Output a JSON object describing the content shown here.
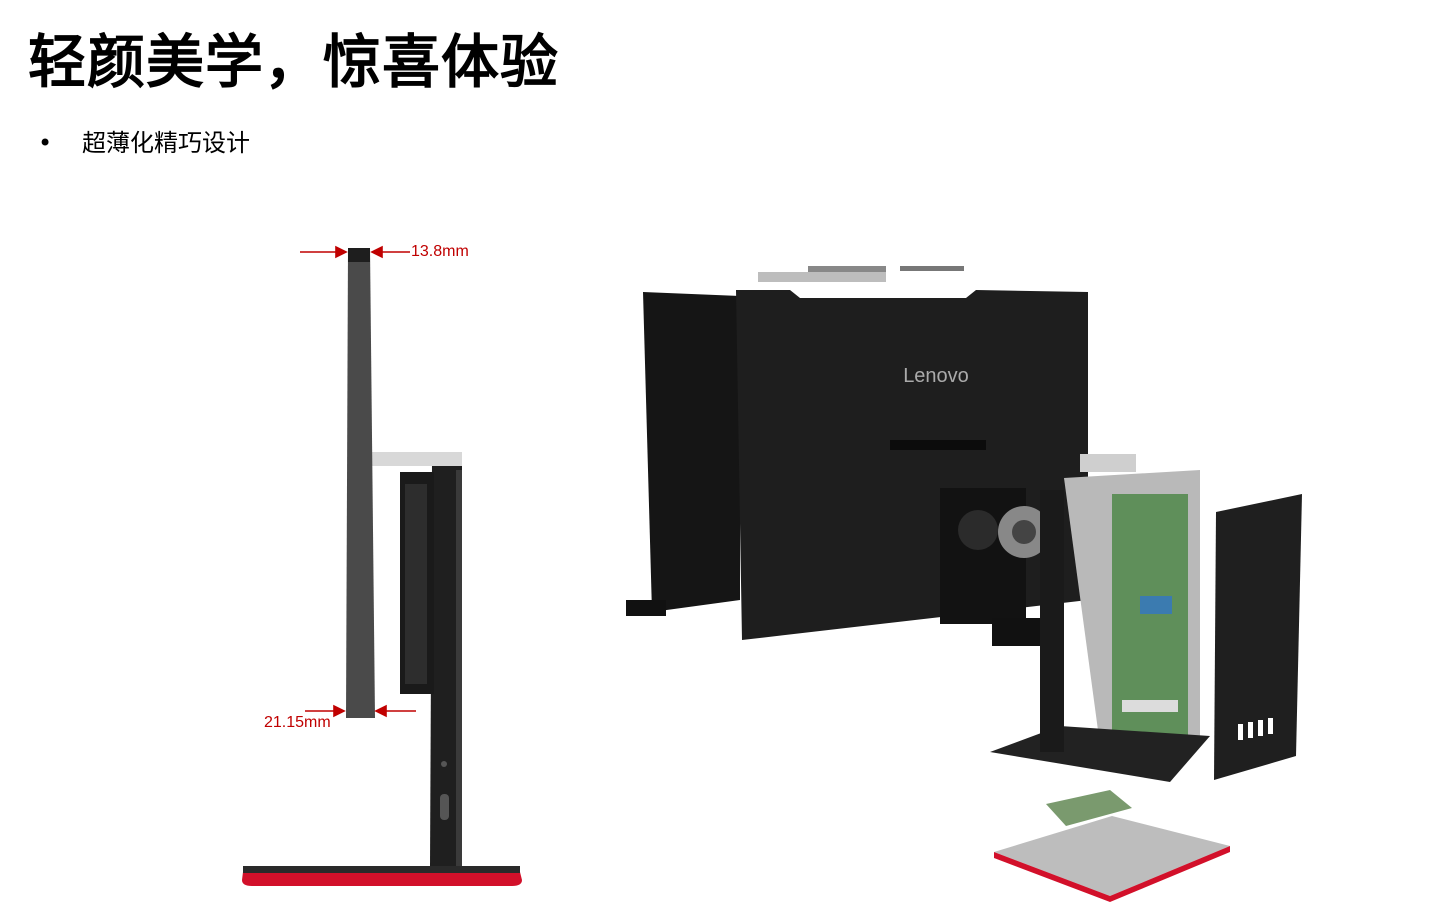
{
  "slide": {
    "title": "轻颜美学，惊喜体验",
    "bullets": [
      {
        "marker": "•",
        "text": "超薄化精巧设计"
      }
    ]
  },
  "dimensions": {
    "top_thickness": "13.8mm",
    "bottom_thickness": "21.15mm"
  },
  "product": {
    "brand_logo": "Lenovo"
  },
  "colors": {
    "accent_red": "#c00000",
    "chassis_dark": "#1c1c1c",
    "base_red": "#d2102a"
  }
}
